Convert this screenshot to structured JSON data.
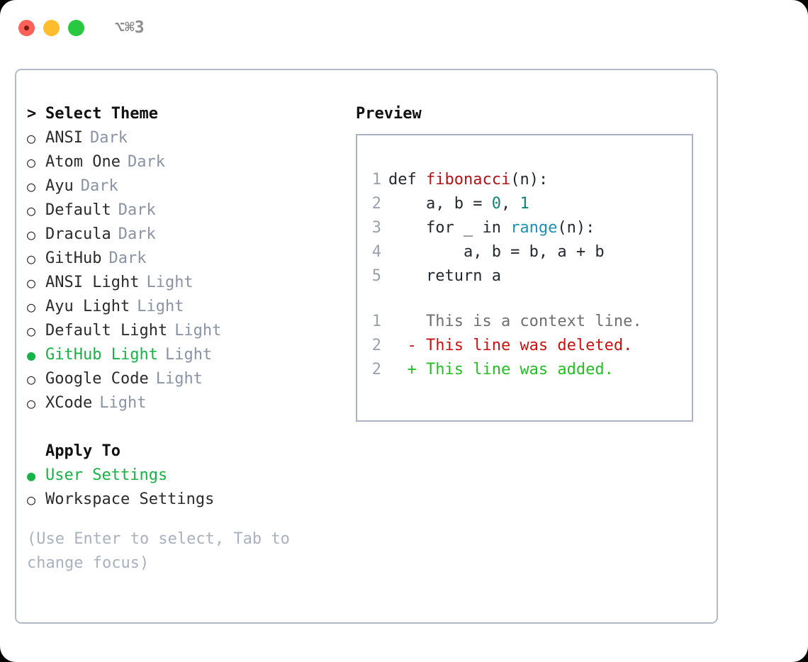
{
  "window": {
    "shortcut": "⌥⌘3",
    "traffic_lights": [
      "close-red",
      "minimize-yellow",
      "maximize-green"
    ]
  },
  "theme_list": {
    "header": "Select Theme",
    "caret": ">",
    "marker_selected": "●",
    "marker_unselected": "○",
    "items": [
      {
        "name": "ANSI",
        "variant": "Dark",
        "selected": false
      },
      {
        "name": "Atom One",
        "variant": "Dark",
        "selected": false
      },
      {
        "name": "Ayu",
        "variant": "Dark",
        "selected": false
      },
      {
        "name": "Default",
        "variant": "Dark",
        "selected": false
      },
      {
        "name": "Dracula",
        "variant": "Dark",
        "selected": false
      },
      {
        "name": "GitHub",
        "variant": "Dark",
        "selected": false
      },
      {
        "name": "ANSI Light",
        "variant": "Light",
        "selected": false
      },
      {
        "name": "Ayu Light",
        "variant": "Light",
        "selected": false
      },
      {
        "name": "Default Light",
        "variant": "Light",
        "selected": false
      },
      {
        "name": "GitHub Light",
        "variant": "Light",
        "selected": true
      },
      {
        "name": "Google Code",
        "variant": "Light",
        "selected": false
      },
      {
        "name": "XCode",
        "variant": "Light",
        "selected": false
      }
    ]
  },
  "apply_to": {
    "header": "Apply To",
    "items": [
      {
        "name": "User Settings",
        "selected": true
      },
      {
        "name": "Workspace Settings",
        "selected": false
      }
    ]
  },
  "hint": "(Use Enter to select, Tab to change focus)",
  "preview": {
    "title": "Preview",
    "code_lines": [
      {
        "no": "1",
        "tokens": [
          {
            "t": "def ",
            "c": "plain"
          },
          {
            "t": "fibonacci",
            "c": "fn"
          },
          {
            "t": "(n):",
            "c": "plain"
          }
        ]
      },
      {
        "no": "2",
        "tokens": [
          {
            "t": "    a, b = ",
            "c": "plain"
          },
          {
            "t": "0",
            "c": "num"
          },
          {
            "t": ", ",
            "c": "plain"
          },
          {
            "t": "1",
            "c": "num"
          }
        ]
      },
      {
        "no": "3",
        "tokens": [
          {
            "t": "    for _ in ",
            "c": "plain"
          },
          {
            "t": "range",
            "c": "call"
          },
          {
            "t": "(n):",
            "c": "plain"
          }
        ]
      },
      {
        "no": "4",
        "tokens": [
          {
            "t": "        a, b = b, a + b",
            "c": "plain"
          }
        ]
      },
      {
        "no": "5",
        "tokens": [
          {
            "t": "    return a",
            "c": "plain"
          }
        ]
      }
    ],
    "diff_lines": [
      {
        "no": "1",
        "prefix": "  ",
        "text": "This is a context line.",
        "kind": "ctx"
      },
      {
        "no": "2",
        "prefix": "- ",
        "text": "This line was deleted.",
        "kind": "del"
      },
      {
        "no": "2",
        "prefix": "+ ",
        "text": "This line was added.",
        "kind": "add"
      }
    ]
  },
  "colors": {
    "selected_green": "#17b347",
    "variant_gray": "#8a93a5",
    "hint_gray": "#a9b1c0",
    "border": "#b3bac7",
    "code_border": "#aab2c2",
    "line_number": "#98a1b0",
    "fn_red": "#b31217",
    "num_teal": "#0e8377",
    "call_blue": "#1f8fb5",
    "diff_del": "#cc1111",
    "diff_add": "#22c022"
  }
}
